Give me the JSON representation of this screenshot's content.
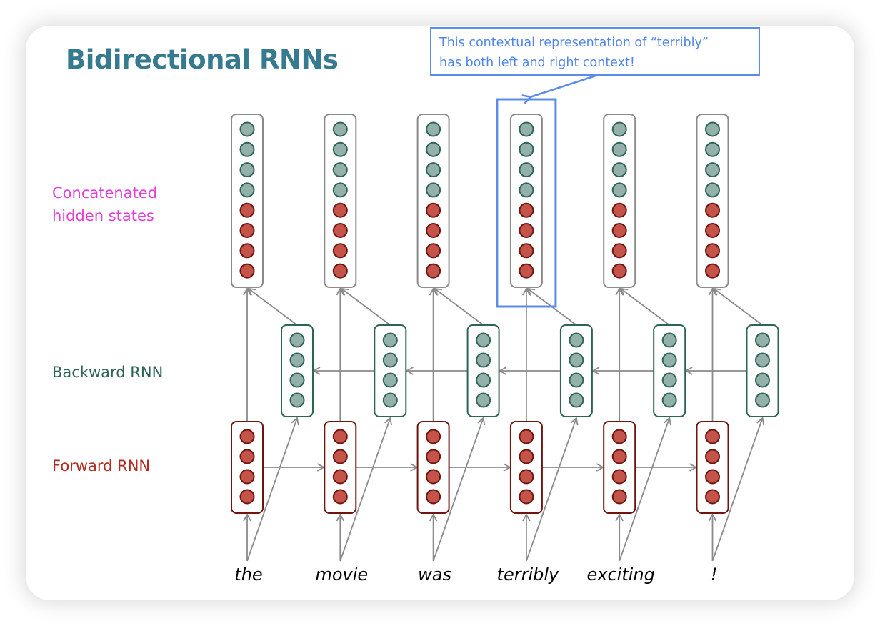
{
  "slide": {
    "title": "Bidirectional RNNs",
    "callout_lines": [
      "This contextual representation of “terribly”",
      "has both left and right context!"
    ],
    "row_labels": {
      "concatenated": [
        "Concatenated",
        "hidden states"
      ],
      "backward": "Backward RNN",
      "forward": "Forward RNN"
    },
    "words": [
      "the",
      "movie",
      "was",
      "terribly",
      "exciting",
      "!"
    ],
    "highlighted_word_index": 3,
    "concat_units": {
      "backward_part": 4,
      "forward_part": 4
    },
    "backward_units": 4,
    "forward_units": 4,
    "colors": {
      "title": "#357a8f",
      "concat_label": "#e040d8",
      "backward_label": "#2e6456",
      "forward_label": "#b02a20",
      "callout": "#5b8de8",
      "backward_node_fill": "#93b1aa",
      "backward_node_stroke": "#2e6456",
      "forward_node_fill": "#c4534a",
      "forward_node_stroke": "#6e1510",
      "concat_box": "#8a8a8a",
      "arrow": "#8a8a8a"
    }
  }
}
